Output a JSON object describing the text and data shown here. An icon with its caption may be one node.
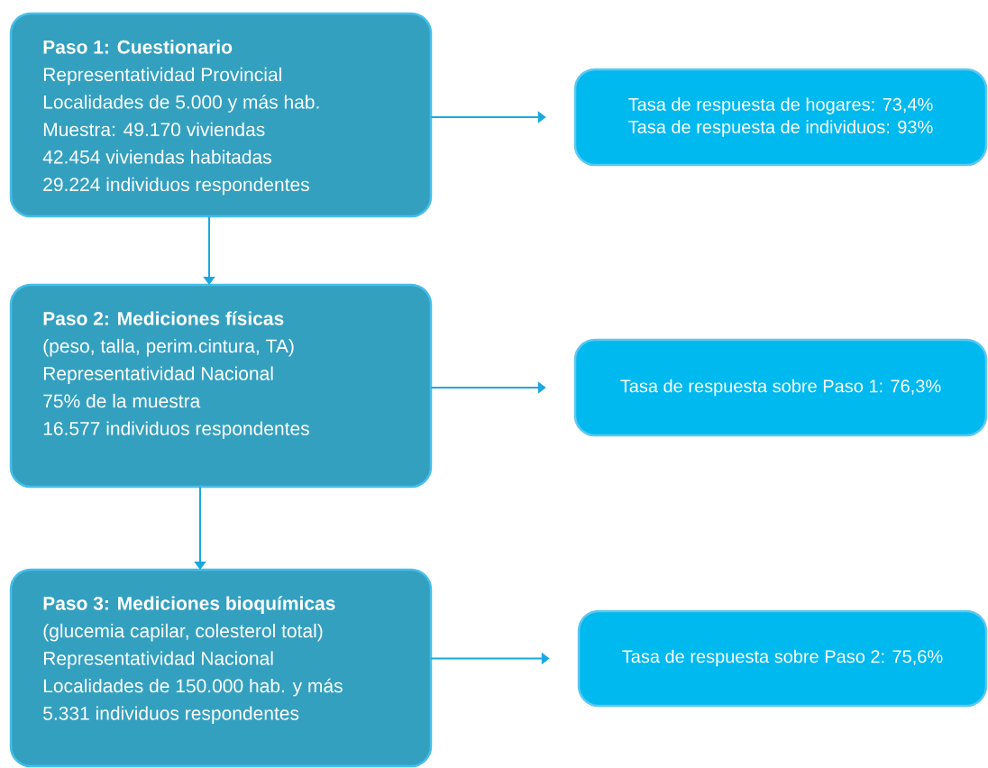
{
  "diagram": {
    "nodes": [
      {
        "text": [
          "**Paso 1: Cuestionario**",
          "Representatividad Provincial",
          "Localidades de 5.000 y más hab.",
          "Muestra: 49.170 viviendas",
          "42.454 viviendas habitadas",
          "29.224 individuos respondentes"
        ]
      },
      {
        "text": [
          "Tasa de respuesta de hogares: 73,4%",
          "Tasa de respuesta de individuos: 93%"
        ]
      },
      {
        "text": [
          "**Paso 2: Mediciones físicas**",
          "(peso, talla, perim.cintura, TA)",
          "Representatividad Nacional",
          "75% de la muestra",
          "16.577 individuos respondentes"
        ]
      },
      {
        "text": [
          "Tasa de respuesta sobre Paso 1: 76,3%"
        ]
      },
      {
        "text": [
          "**Paso 3: Mediciones bioquímicas**",
          "(glucemia capilar, colesterol total)",
          "Representatividad Nacional",
          "Localidades de 150.000 hab. y más",
          "5.331  individuos respondentes"
        ]
      },
      {
        "text": [
          "Tasa de respuesta sobre Paso 2: 75,6%"
        ]
      }
    ],
    "edges": [
      {
        "from": 0,
        "to": 1,
        "arrow": "to"
      },
      {
        "from": 0,
        "to": 2,
        "arrow": "to"
      },
      {
        "from": 2,
        "to": 3,
        "arrow": "to"
      },
      {
        "from": 2,
        "to": 4,
        "arrow": "to"
      },
      {
        "from": 4,
        "to": 5,
        "arrow": "to"
      }
    ]
  }
}
